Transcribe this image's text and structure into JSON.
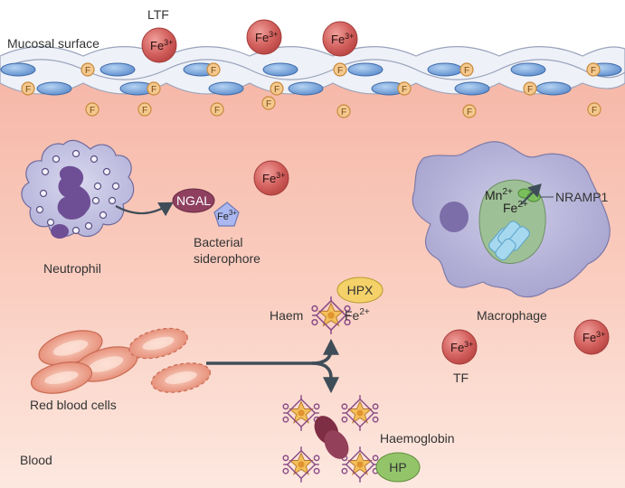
{
  "labels": {
    "ltf": "LTF",
    "mucosal_surface": "Mucosal surface",
    "neutrophil": "Neutrophil",
    "ngal": "NGAL",
    "bacterial_siderophore": [
      "Bacterial",
      "siderophore"
    ],
    "haem": "Haem",
    "hpx": "HPX",
    "macrophage": "Macrophage",
    "nramp1": "NRAMP1",
    "mn": "Mn",
    "mn_charge": "2+",
    "tf": "TF",
    "red_blood_cells": "Red blood cells",
    "haemoglobin": "Haemoglobin",
    "hp": "HP",
    "blood": "Blood",
    "f_marker": "F",
    "fe": "Fe",
    "charge_3": "3+",
    "charge_2": "2+"
  },
  "colors": {
    "mucosal_bg": "#ffffff",
    "blood_top": "#f6b8a8",
    "blood_bottom": "#fde5dc",
    "epithelium": "#eef1f8",
    "nucleus": "#6f9fd8",
    "iron_ball": "#cf5b59",
    "f_marker": "#f2c389",
    "neutrophil": "#c4c3e0",
    "granule": "#7b5aa0",
    "ngal": "#9a4a67",
    "macrophage": "#b7b5d8",
    "vacuole": "#9ec096",
    "mito": "#a6d8ef",
    "rbc": "#e89a84",
    "hpx": "#f4d269",
    "hp": "#93c46a",
    "arrow": "#3f4d58"
  },
  "icons": [
    "iron-ion",
    "ferritin-marker",
    "haem-molecule",
    "arrow"
  ]
}
